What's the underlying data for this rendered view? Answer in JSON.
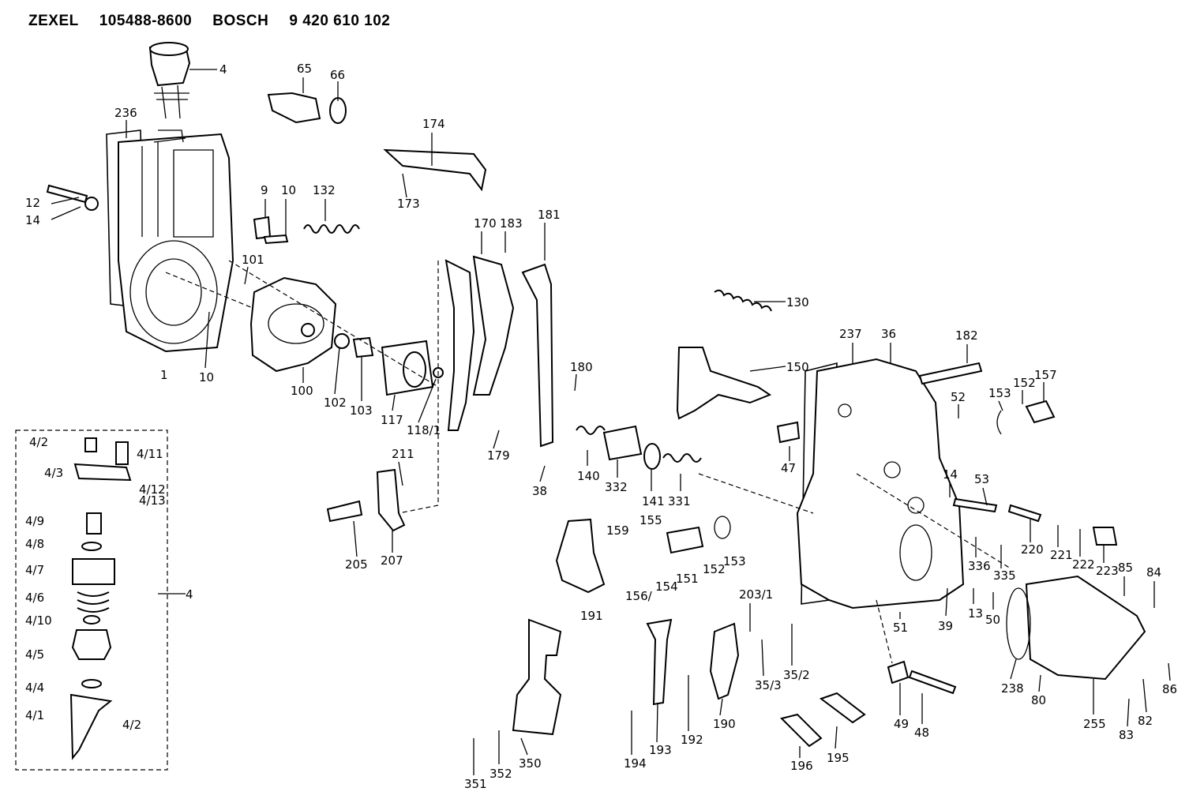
{
  "header": {
    "brand1": "ZEXEL",
    "part1": "105488-8600",
    "brand2": "BOSCH",
    "part2": "9 420 610 102"
  },
  "labels": [
    {
      "id": "4a",
      "text": "4"
    },
    {
      "id": "65",
      "text": "65"
    },
    {
      "id": "66",
      "text": "66"
    },
    {
      "id": "236",
      "text": "236"
    },
    {
      "id": "12",
      "text": "12"
    },
    {
      "id": "14a",
      "text": "14"
    },
    {
      "id": "9",
      "text": "9"
    },
    {
      "id": "10a",
      "text": "10"
    },
    {
      "id": "132",
      "text": "132"
    },
    {
      "id": "101",
      "text": "101"
    },
    {
      "id": "10b",
      "text": "10"
    },
    {
      "id": "1",
      "text": "1"
    },
    {
      "id": "174",
      "text": "174"
    },
    {
      "id": "173",
      "text": "173"
    },
    {
      "id": "170",
      "text": "170"
    },
    {
      "id": "183",
      "text": "183"
    },
    {
      "id": "181",
      "text": "181"
    },
    {
      "id": "130",
      "text": "130"
    },
    {
      "id": "237",
      "text": "237"
    },
    {
      "id": "36",
      "text": "36"
    },
    {
      "id": "182",
      "text": "182"
    },
    {
      "id": "150",
      "text": "150"
    },
    {
      "id": "180",
      "text": "180"
    },
    {
      "id": "52",
      "text": "52"
    },
    {
      "id": "153a",
      "text": "153"
    },
    {
      "id": "152a",
      "text": "152"
    },
    {
      "id": "157",
      "text": "157"
    },
    {
      "id": "100",
      "text": "100"
    },
    {
      "id": "102",
      "text": "102"
    },
    {
      "id": "103",
      "text": "103"
    },
    {
      "id": "117",
      "text": "117"
    },
    {
      "id": "118",
      "text": "118/1"
    },
    {
      "id": "179",
      "text": "179"
    },
    {
      "id": "140",
      "text": "140"
    },
    {
      "id": "332",
      "text": "332"
    },
    {
      "id": "141",
      "text": "141"
    },
    {
      "id": "331",
      "text": "331"
    },
    {
      "id": "38",
      "text": "38"
    },
    {
      "id": "47",
      "text": "47"
    },
    {
      "id": "211",
      "text": "211"
    },
    {
      "id": "205",
      "text": "205"
    },
    {
      "id": "207",
      "text": "207"
    },
    {
      "id": "159",
      "text": "159"
    },
    {
      "id": "155",
      "text": "155"
    },
    {
      "id": "156",
      "text": "156/"
    },
    {
      "id": "154",
      "text": "154"
    },
    {
      "id": "151",
      "text": "151"
    },
    {
      "id": "152b",
      "text": "152"
    },
    {
      "id": "153b",
      "text": "153"
    },
    {
      "id": "191",
      "text": "191"
    },
    {
      "id": "14b",
      "text": "14"
    },
    {
      "id": "53",
      "text": "53"
    },
    {
      "id": "220",
      "text": "220"
    },
    {
      "id": "221",
      "text": "221"
    },
    {
      "id": "222",
      "text": "222"
    },
    {
      "id": "223",
      "text": "223"
    },
    {
      "id": "336",
      "text": "336"
    },
    {
      "id": "335",
      "text": "335"
    },
    {
      "id": "85",
      "text": "85"
    },
    {
      "id": "84",
      "text": "84"
    },
    {
      "id": "13",
      "text": "13"
    },
    {
      "id": "50",
      "text": "50"
    },
    {
      "id": "39",
      "text": "39"
    },
    {
      "id": "51",
      "text": "51"
    },
    {
      "id": "203",
      "text": "203/1"
    },
    {
      "id": "35_3",
      "text": "35/3"
    },
    {
      "id": "35_2",
      "text": "35/2"
    },
    {
      "id": "190",
      "text": "190"
    },
    {
      "id": "192",
      "text": "192"
    },
    {
      "id": "193",
      "text": "193"
    },
    {
      "id": "194",
      "text": "194"
    },
    {
      "id": "196",
      "text": "196"
    },
    {
      "id": "195",
      "text": "195"
    },
    {
      "id": "49",
      "text": "49"
    },
    {
      "id": "48",
      "text": "48"
    },
    {
      "id": "238",
      "text": "238"
    },
    {
      "id": "80",
      "text": "80"
    },
    {
      "id": "255",
      "text": "255"
    },
    {
      "id": "86",
      "text": "86"
    },
    {
      "id": "82",
      "text": "82"
    },
    {
      "id": "83",
      "text": "83"
    },
    {
      "id": "350",
      "text": "350"
    },
    {
      "id": "351",
      "text": "351"
    },
    {
      "id": "352",
      "text": "352"
    },
    {
      "id": "4_2a",
      "text": "4/2"
    },
    {
      "id": "4_11",
      "text": "4/11"
    },
    {
      "id": "4_3",
      "text": "4/3"
    },
    {
      "id": "4_12",
      "text": "4/12"
    },
    {
      "id": "4_13",
      "text": "4/13"
    },
    {
      "id": "4_9",
      "text": "4/9"
    },
    {
      "id": "4_8",
      "text": "4/8"
    },
    {
      "id": "4_7",
      "text": "4/7"
    },
    {
      "id": "4_6",
      "text": "4/6"
    },
    {
      "id": "4_10",
      "text": "4/10"
    },
    {
      "id": "4_5",
      "text": "4/5"
    },
    {
      "id": "4_4",
      "text": "4/4"
    },
    {
      "id": "4_1",
      "text": "4/1"
    },
    {
      "id": "4_2b",
      "text": "4/2"
    },
    {
      "id": "4b",
      "text": "4"
    }
  ]
}
